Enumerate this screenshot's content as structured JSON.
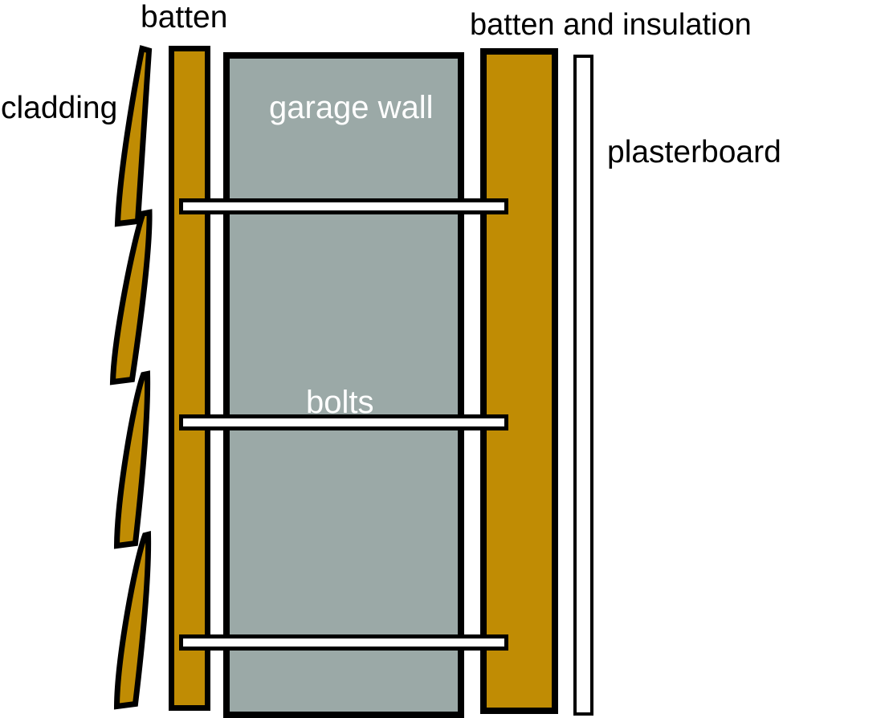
{
  "diagram": {
    "labels": {
      "batten": "batten",
      "batten_and_insulation": "batten and insulation",
      "cladding": "cladding",
      "plasterboard": "plasterboard",
      "garage_wall": "garage wall",
      "bolts": "bolts"
    },
    "colors": {
      "wood": "#C08C04",
      "wall_gray": "#9BA9A7",
      "outline": "#000000",
      "board_white": "#FFFFFF",
      "text_dark": "#000000",
      "text_light": "#FFFFFF"
    }
  }
}
